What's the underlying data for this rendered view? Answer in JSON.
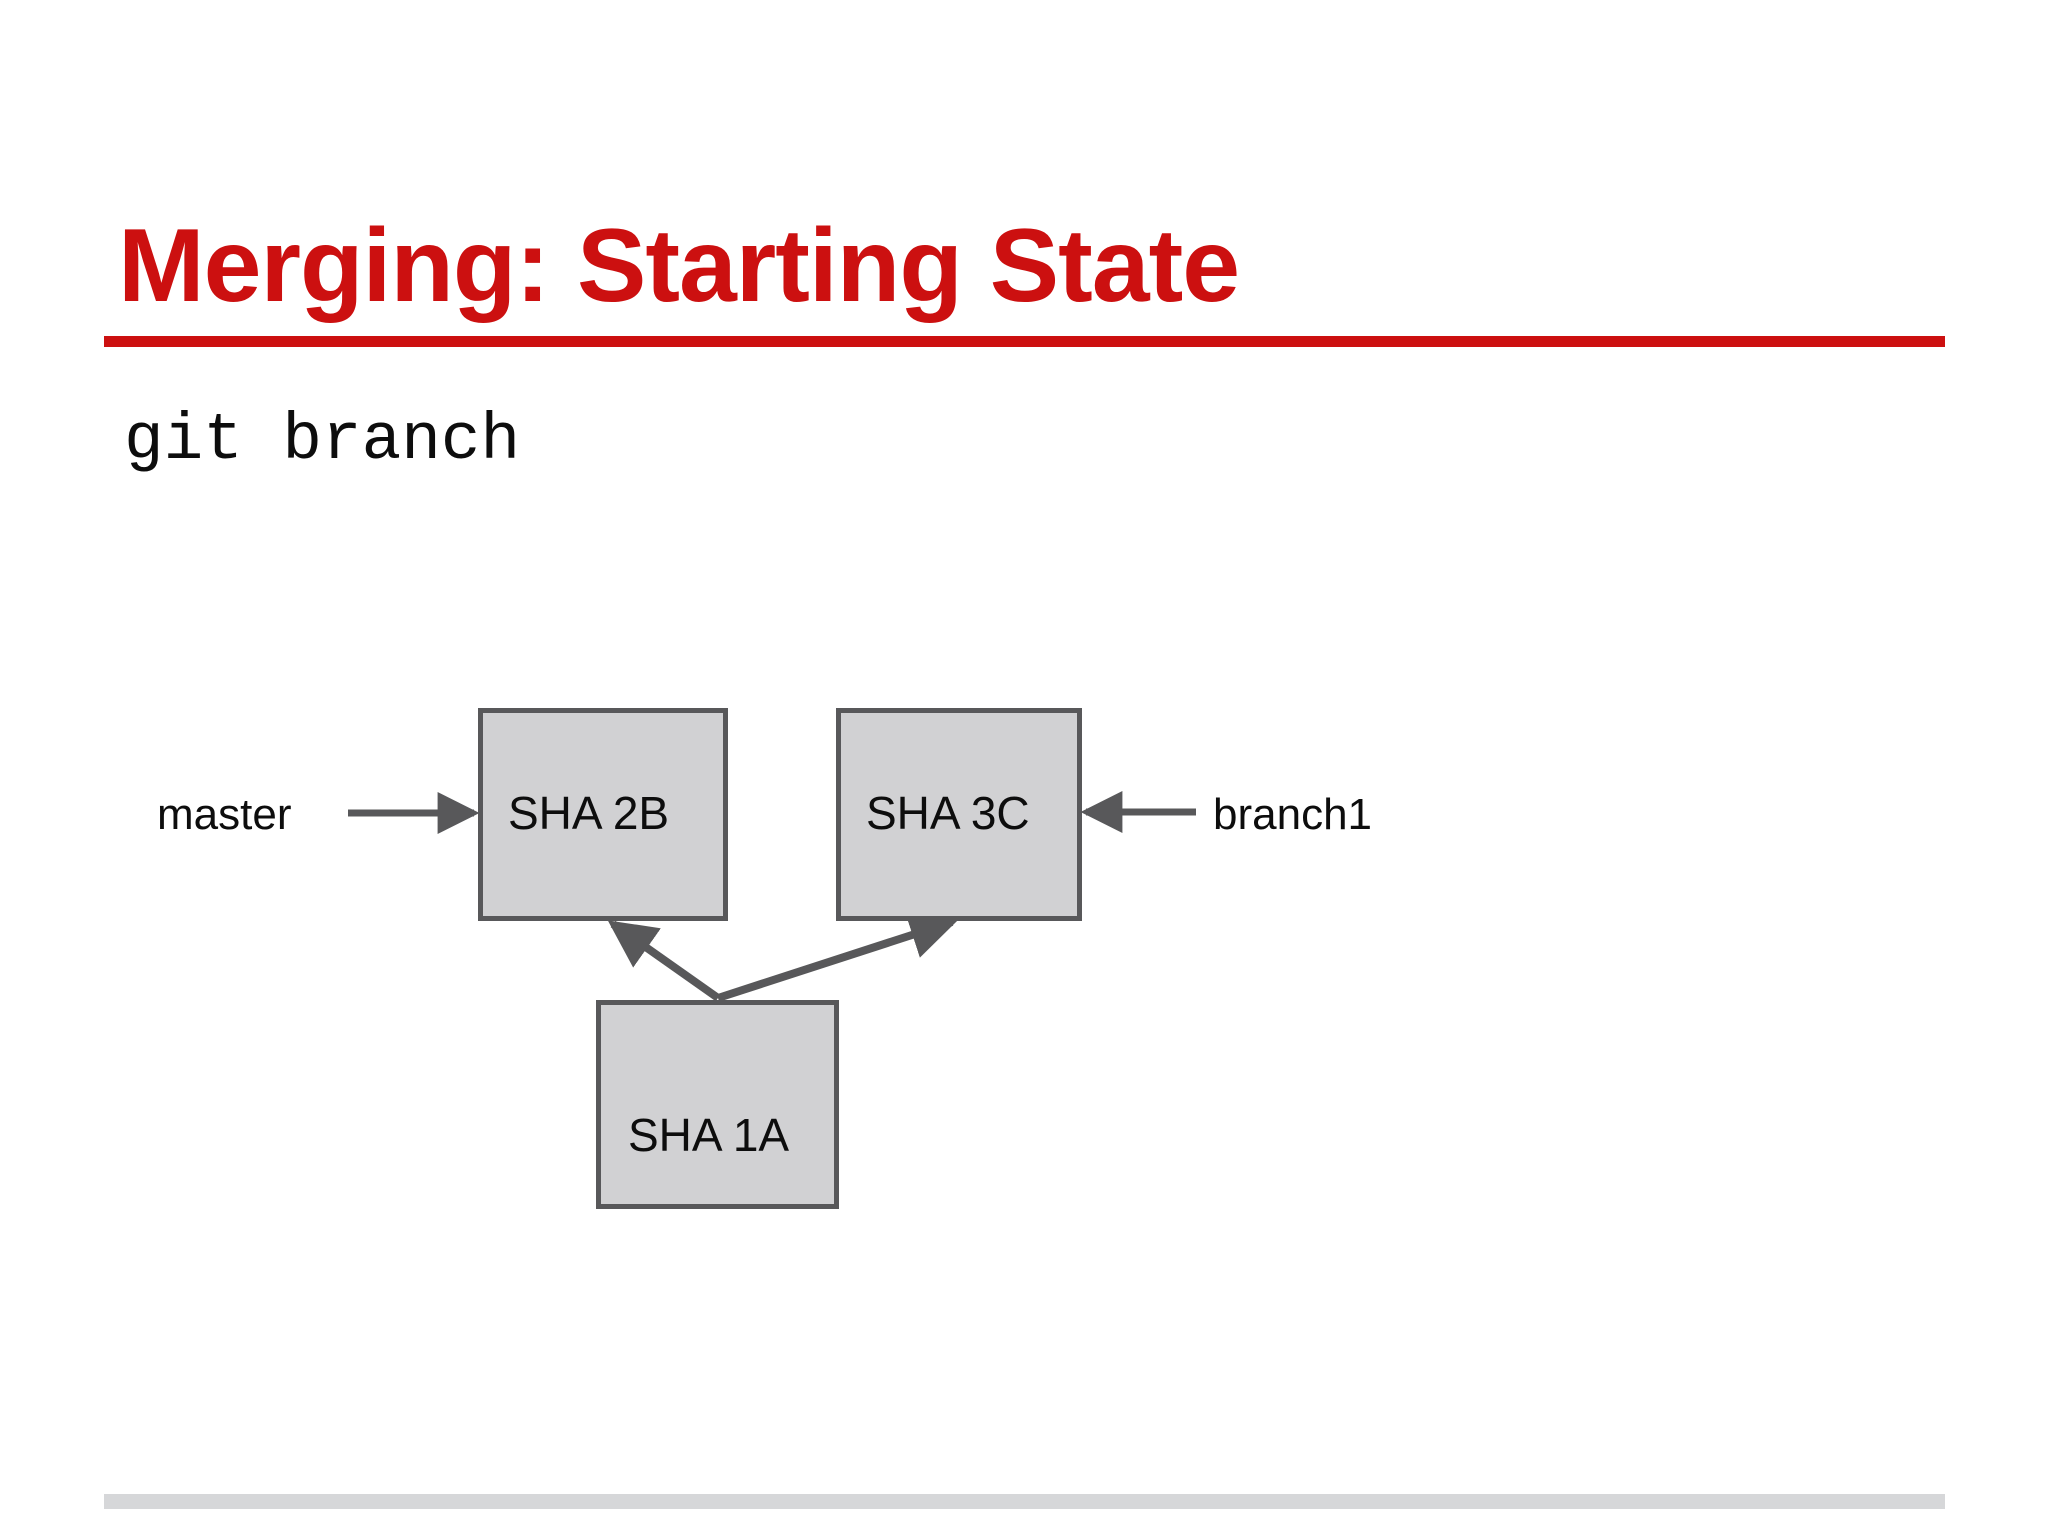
{
  "slide": {
    "title": "Merging: Starting State",
    "code_line": "git branch",
    "accent_color": "#cc1010",
    "box_fill_color": "#d1d1d3",
    "box_border_color": "#58585a",
    "arrow_color": "#58585a",
    "text_color": "#0d0d0d",
    "background_color": "#ffffff",
    "bottom_bar_color": "#d6d7d9"
  },
  "diagram": {
    "type": "commit-graph",
    "commits": [
      {
        "id": "sha2b",
        "label": "SHA 2B"
      },
      {
        "id": "sha3c",
        "label": "SHA 3C"
      },
      {
        "id": "sha1a",
        "label": "SHA 1A"
      }
    ],
    "branch_refs": [
      {
        "id": "master",
        "label": "master",
        "points_to": "SHA 2B"
      },
      {
        "id": "branch1",
        "label": "branch1",
        "points_to": "SHA 3C"
      }
    ],
    "edges": [
      {
        "from": "SHA 1A",
        "to": "SHA 2B"
      },
      {
        "from": "SHA 1A",
        "to": "SHA 3C"
      }
    ]
  }
}
